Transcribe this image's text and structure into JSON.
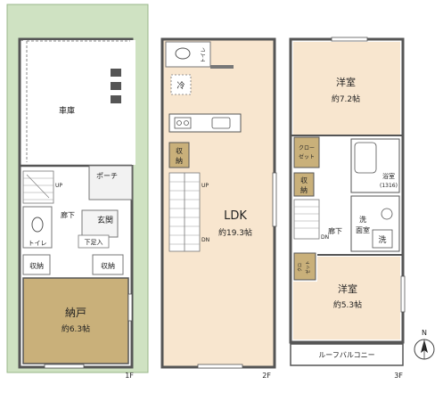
{
  "floor1": {
    "garage": "車庫",
    "porch": "ポーチ",
    "hall": "廊下",
    "entrance": "玄関",
    "shoe_storage": "下足入",
    "toilet": "トイレ",
    "storage_left": "収納",
    "storage_right": "収納",
    "closet_room": "納戸",
    "closet_room_size": "約6.3帖",
    "up": "UP",
    "floor_label": "1F"
  },
  "floor2": {
    "toilet": "トイレ",
    "fridge": "冷",
    "storage1": "収",
    "storage2": "納",
    "ldk": "LDK",
    "ldk_size": "約19.3帖",
    "up": "UP",
    "dn": "DN",
    "floor_label": "2F"
  },
  "floor3": {
    "room_a": "洋室",
    "room_a_size": "約7.2帖",
    "closet1": "クロー",
    "closet2": "ゼット",
    "storage1": "収",
    "storage2": "納",
    "bath": "浴室",
    "bath_size": "(1316)",
    "washroom1": "洗",
    "washroom2": "面室",
    "washer": "洗",
    "hall": "廊下",
    "dn": "DN",
    "closet_small1": "クロ",
    "closet_small2": "ゼット",
    "room_b": "洋室",
    "room_b_size": "約5.3帖",
    "roof_balcony": "ルーフバルコニー",
    "floor_label": "3F"
  },
  "compass": {
    "north": "N"
  },
  "colors": {
    "site_green": "#cfe2c2",
    "ldk_floor": "#f8e6cf",
    "storage_floor": "#c9b07a",
    "wall": "#555555"
  }
}
